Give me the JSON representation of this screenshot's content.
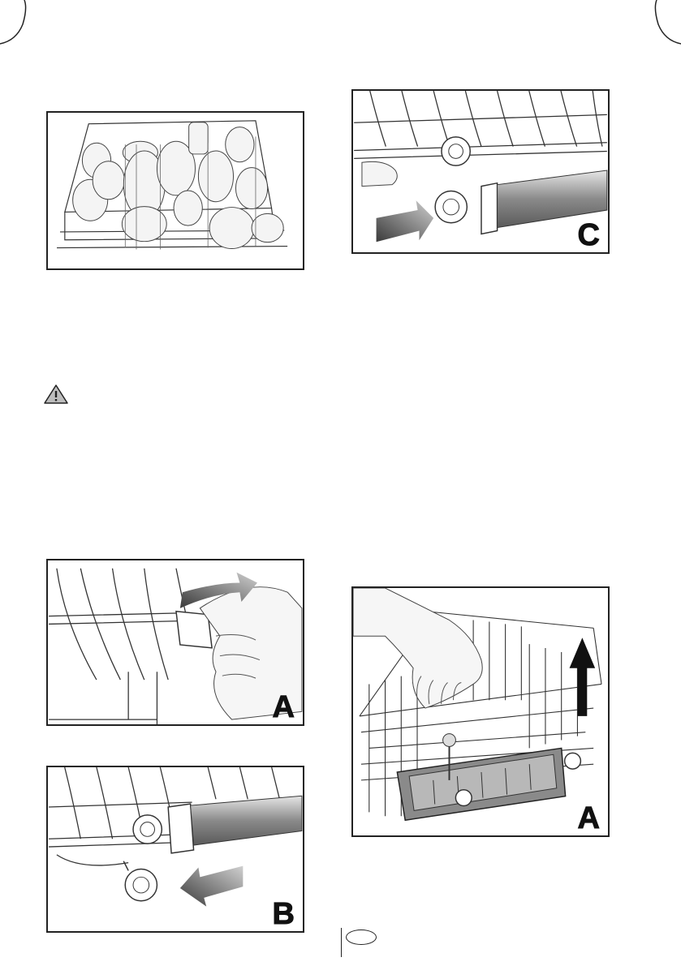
{
  "figures": {
    "basket_top": {
      "letter": ""
    },
    "rail_c": {
      "letter": "C"
    },
    "rail_a": {
      "letter": "A"
    },
    "rail_b": {
      "letter": "B"
    },
    "basket_lift": {
      "letter": "A"
    }
  },
  "footer": {
    "language_badge": ""
  },
  "icons": {
    "warning": "warning-icon",
    "arrow": "push-arrow-icon"
  },
  "colors": {
    "frame": "#222222",
    "wire": "#333333",
    "arrow_gradient_dark": "#3a3a3a",
    "arrow_gradient_light": "#d0d0d0"
  }
}
